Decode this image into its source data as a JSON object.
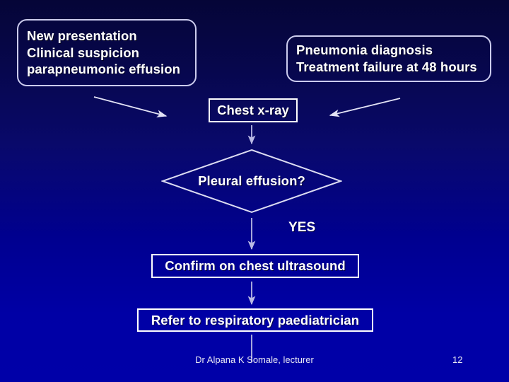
{
  "slide": {
    "background_top_color": "#050537",
    "background_bottom_color": "#0000a8",
    "box_border_color": "#ccccee",
    "process_border_color": "#ffffff",
    "text_color": "#ffffff",
    "arrow_color": "#d8d8f0"
  },
  "nodes": {
    "new_presentation": {
      "shape": "rounded-rect",
      "text": "New presentation\nClinical suspicion\nparapneumonic effusion"
    },
    "pneumonia": {
      "shape": "rounded-rect",
      "text": "Pneumonia diagnosis\nTreatment failure at 48 hours"
    },
    "chest_xray": {
      "shape": "rect",
      "text": "Chest x-ray"
    },
    "pleural_effusion": {
      "shape": "diamond",
      "text": "Pleural effusion?"
    },
    "ultrasound": {
      "shape": "rect",
      "text": "Confirm on chest ultrasound"
    },
    "refer": {
      "shape": "rect",
      "text": "Refer to respiratory paediatrician"
    }
  },
  "edges": {
    "yes_label": "YES"
  },
  "footer": {
    "author": "Dr Alpana K Somale, lecturer",
    "page_number": "12"
  }
}
